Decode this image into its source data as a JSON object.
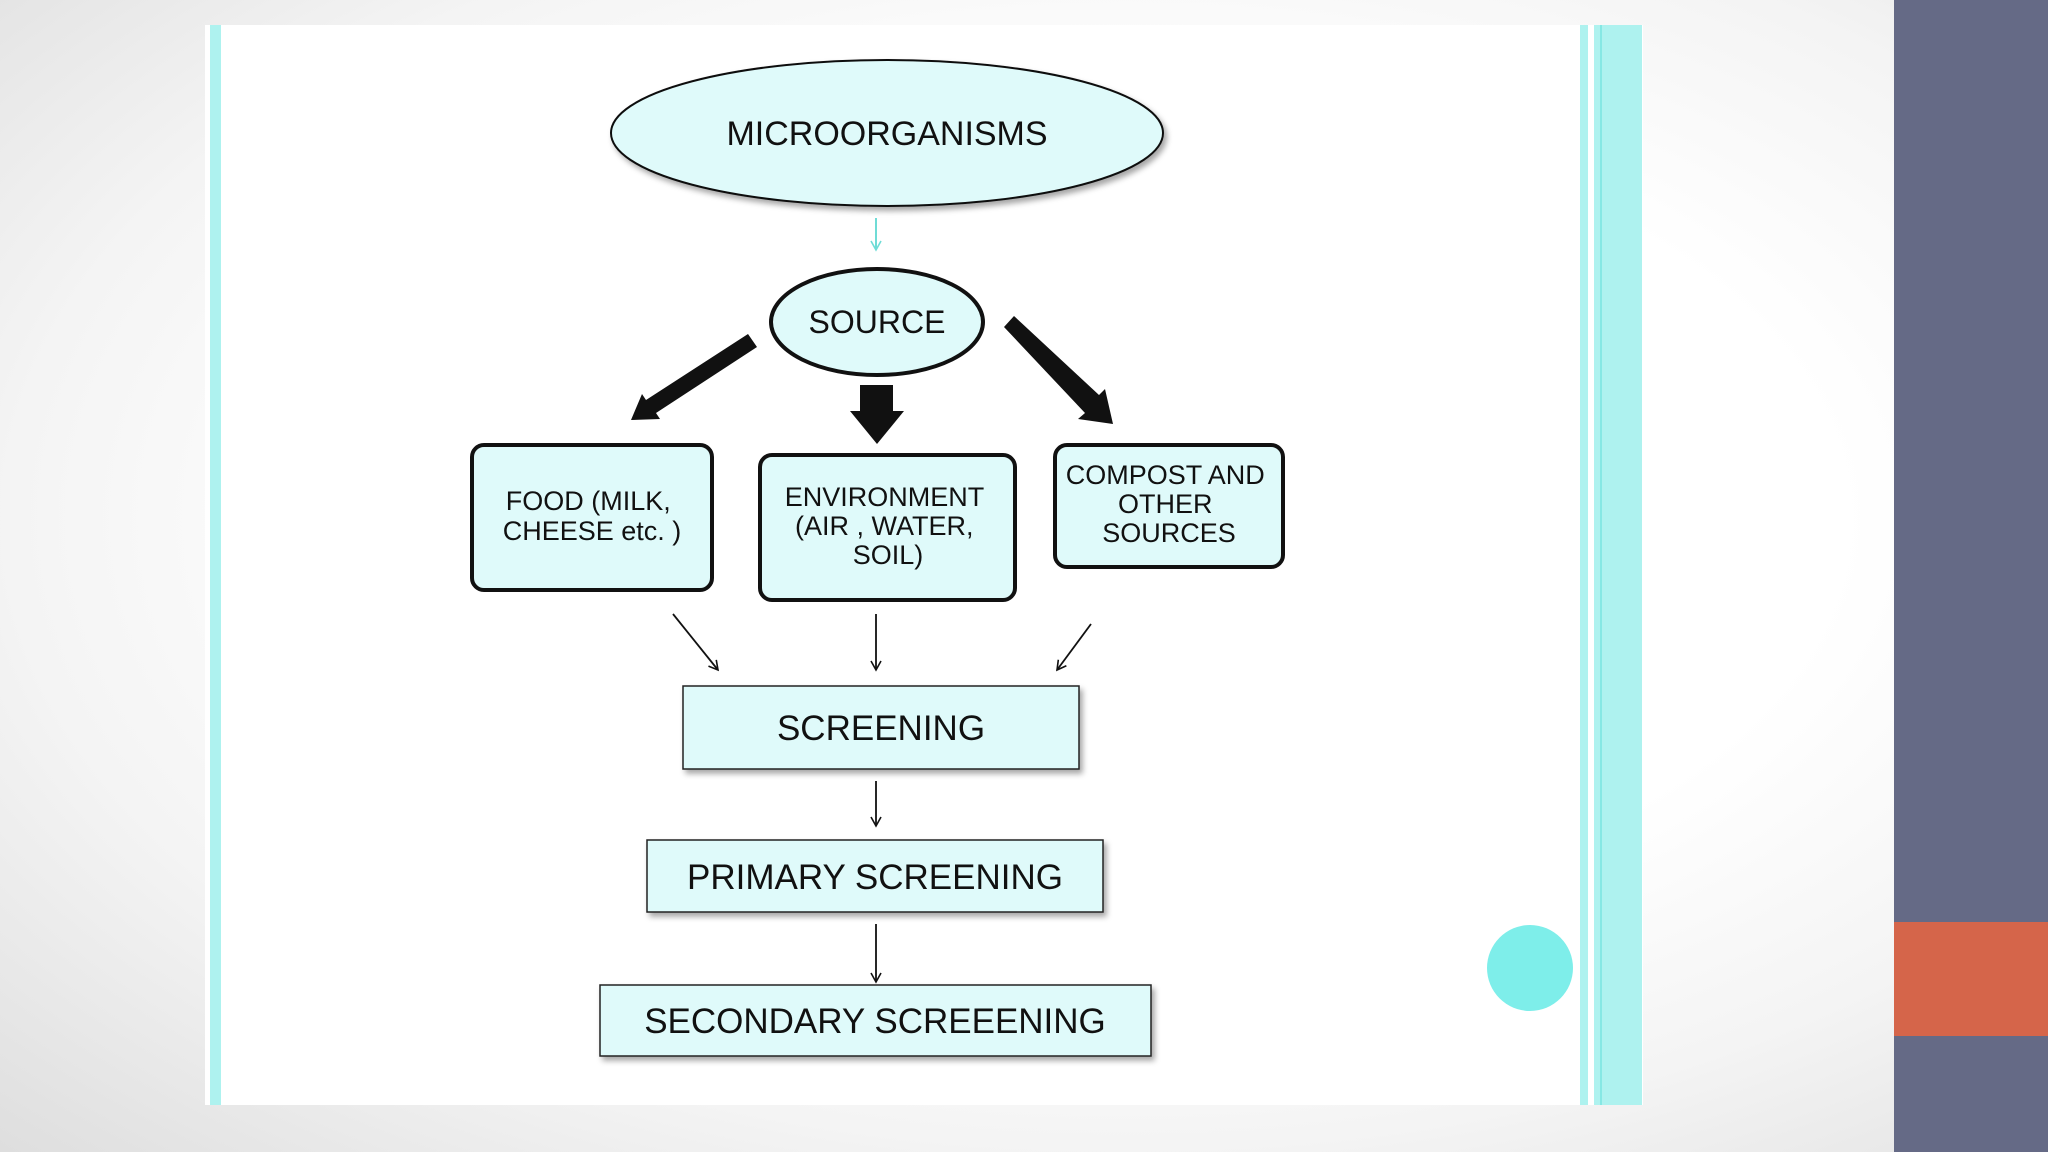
{
  "colors": {
    "node_fill": "#dffafa",
    "node_stroke": "#111111",
    "accent_teal": "#aef2ef",
    "accent_teal_dark": "#86e8e4",
    "sidebar_slate": "#656a86",
    "sidebar_orange": "#d5654a",
    "decor_circle": "#7eeeea"
  },
  "diagram": {
    "microorganisms": "MICROORGANISMS",
    "source": "SOURCE",
    "food": [
      "FOOD (MILK,",
      "CHEESE etc. )"
    ],
    "environment": [
      "ENVIRONMENT",
      "(AIR , WATER,",
      "SOIL)"
    ],
    "compost": [
      "COMPOST AND",
      "OTHER",
      "SOURCES"
    ],
    "screening": "SCREENING",
    "primary_screening": "PRIMARY SCREENING",
    "secondary_screening": "SECONDARY SCREEENING"
  }
}
